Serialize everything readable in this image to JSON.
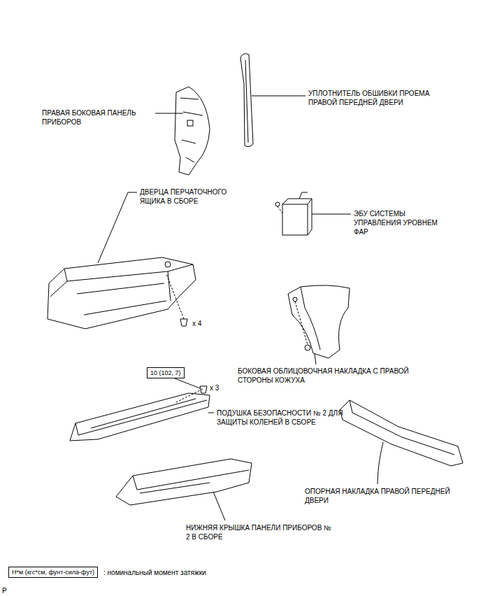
{
  "diagram": {
    "nodes": [
      {
        "text": [
          "10 (102, 7)"
        ]
      },
      {
        "text": [
          "Н*м (кгс*см, фунт-сила-фут)"
        ]
      }
    ],
    "labels": [
      "ПРАВАЯ БОКОВАЯ ПАНЕЛЬ ПРИБОРОВ",
      "УПЛОТНИТЕЛЬ ОБШИВКИ ПРОЕМА ПРАВОЙ ПЕРЕДНЕЙ ДВЕРИ",
      "ДВЕРЦА ПЕРЧАТОЧНОГО ЯЩИКА В СБОРЕ",
      "ЭБУ СИСТЕМЫ УПРАВЛЕНИЯ УРОВНЕМ ФАР",
      "x 4",
      "БОКОВАЯ ОБЛИЦОВОЧНАЯ НАКЛАДКА С ПРАВОЙ СТОРОНЫ КОЖУХА",
      "x 3",
      "ПОДУШКА БЕЗОПАСНОСТИ № 2 ДЛЯ ЗАЩИТЫ КОЛЕНЕЙ В СБОРЕ",
      "ОПОРНАЯ НАКЛАДКА ПРАВОЙ ПЕРЕДНЕЙ ДВЕРИ",
      "НИЖНЯЯ КРЫШКА ПАНЕЛИ ПРИБОРОВ № 2 В СБОРЕ",
      ": номинальный момент затяжки",
      "P"
    ]
  }
}
